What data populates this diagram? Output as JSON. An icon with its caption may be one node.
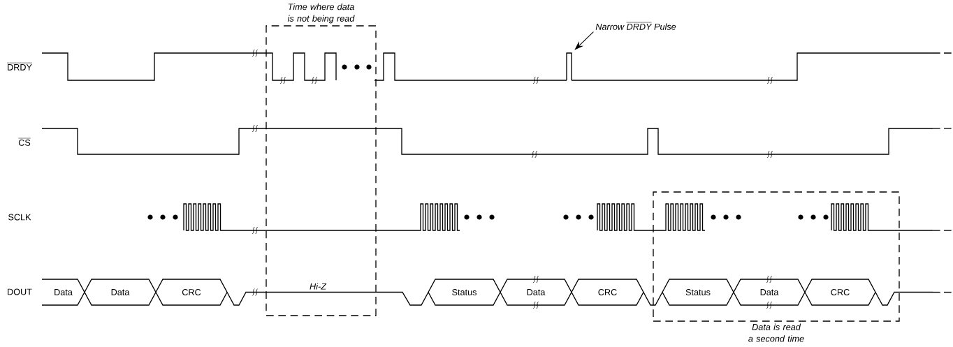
{
  "diagram": {
    "nodes": [
      {
        "text": [
          "Time where data is not being read"
        ]
      },
      {
        "text": [
          "\\textit{Narrow}\\ \\overline{\\textit{DRDY}}\\ \\textit{Pulse}"
        ]
      },
      {
        "text": [
          "Data"
        ]
      },
      {
        "text": [
          "Data"
        ]
      },
      {
        "text": [
          "CRC"
        ]
      },
      {
        "text": [
          "Status"
        ]
      },
      {
        "text": [
          "Data"
        ]
      },
      {
        "text": [
          "CRC"
        ]
      },
      {
        "text": [
          "Data is read a second time"
        ]
      },
      {
        "text": [
          "Status"
        ],
        "in": 8
      },
      {
        "text": [
          "Data"
        ],
        "in": 8
      },
      {
        "text": [
          "CRC"
        ],
        "in": 8
      },
      {
        "text": [],
        "shape": "bar"
      }
    ],
    "edges": [
      {
        "from": 1,
        "to": 12,
        "arrow": "to"
      }
    ],
    "labels": [
      "\\overline{\\mathrm{DRDY}}",
      "\\overline{\\mathrm{CS}}",
      "SCLK",
      "DOUT",
      "Hi-Z"
    ]
  }
}
